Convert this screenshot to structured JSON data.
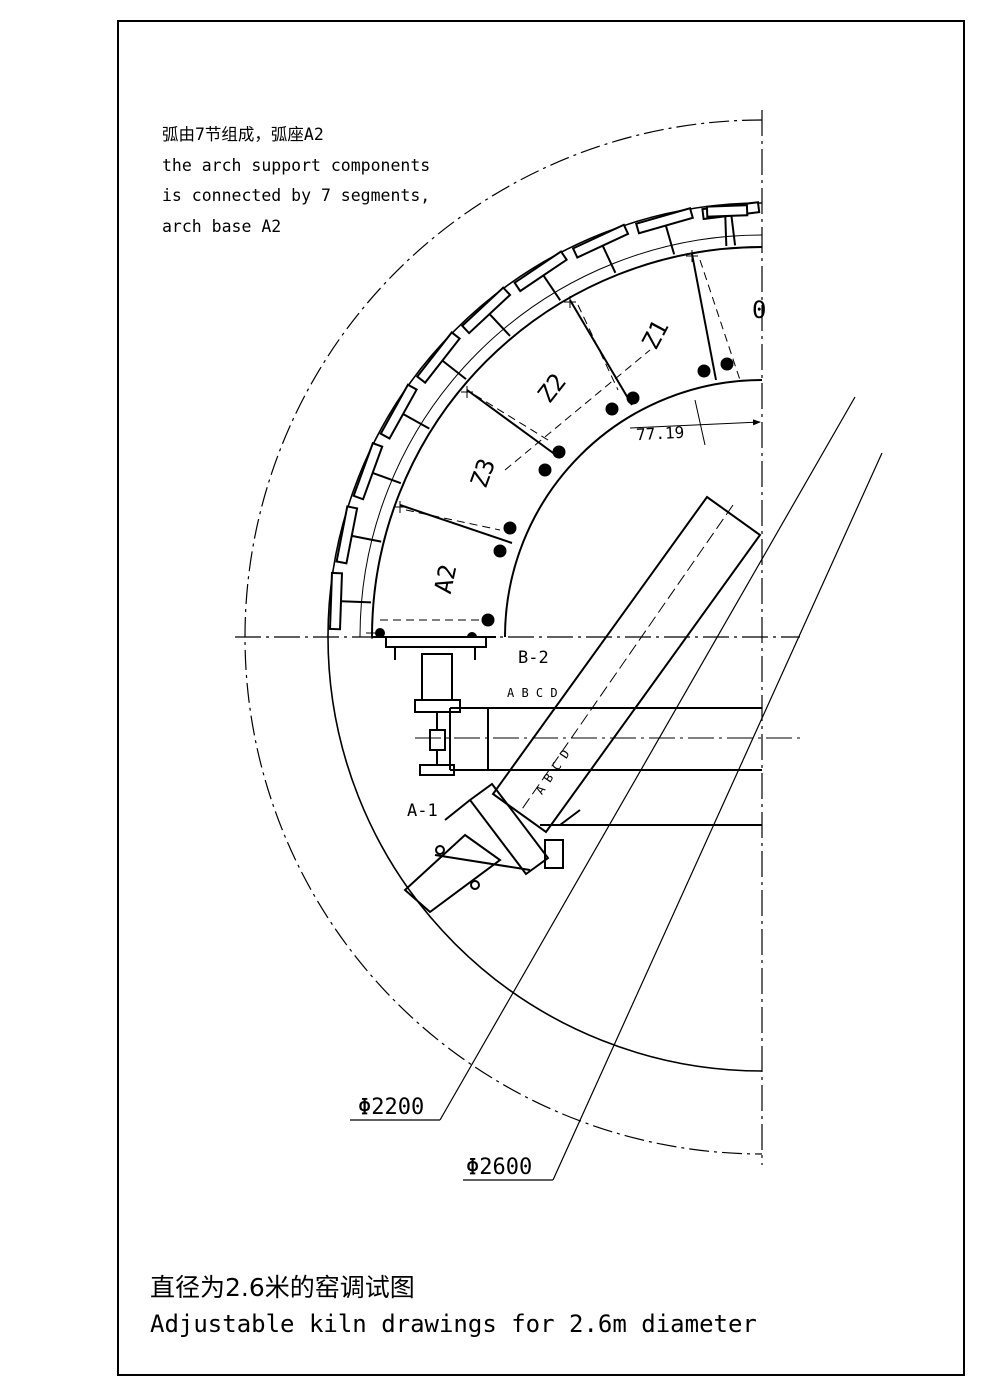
{
  "notes": {
    "cn": "弧由7节组成，弧座A2",
    "en_line1": "the arch support components",
    "en_line2": "is connected by 7 segments,",
    "en_line3": "arch base A2"
  },
  "segments": {
    "z0": "0",
    "z1": "Z1",
    "z2": "Z2",
    "z3": "Z3",
    "a2": "A2"
  },
  "labels": {
    "b2": "B-2",
    "a1": "A-1",
    "abcd_top": "A B C D",
    "abcd_diag": "A B C D",
    "dim": "77.19",
    "phi2200": "Φ2200",
    "phi2600": "Φ2600"
  },
  "title": {
    "cn": "直径为2.6米的窑调试图",
    "en": "Adjustable kiln drawings for 2.6m diameter"
  }
}
